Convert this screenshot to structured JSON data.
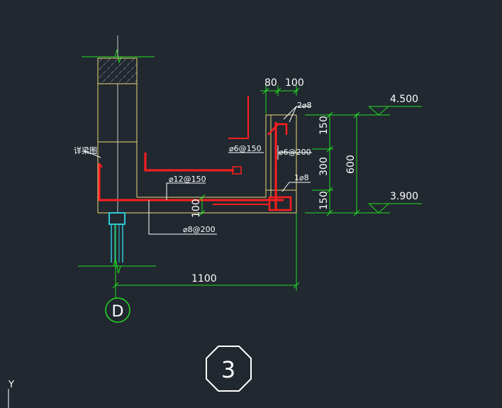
{
  "colors": {
    "background": "#212830",
    "outline": "#e8d87a",
    "rebar": "#ff1e1e",
    "dimension": "#22dd22",
    "text": "#ffffff",
    "column": "#30c8d8"
  },
  "labels": {
    "dim_80": "80",
    "dim_100_top": "100",
    "dim_150_top": "150",
    "dim_300": "300",
    "dim_150_bottom": "150",
    "dim_600": "600",
    "dim_100_mid": "100",
    "dim_1100": "1100",
    "elev_top": "4.500",
    "elev_bottom": "3.900",
    "rebar_2_8": "2⌀8",
    "rebar_6_150": "⌀6@150",
    "rebar_6_200": "⌀6@200",
    "rebar_1_8": "1⌀8",
    "rebar_12_150": "⌀12@150",
    "rebar_8_200": "⌀8@200",
    "ring_beam_note": "详梁图",
    "axis_label": "D",
    "detail_number": "3",
    "ucs_y": "Y"
  }
}
